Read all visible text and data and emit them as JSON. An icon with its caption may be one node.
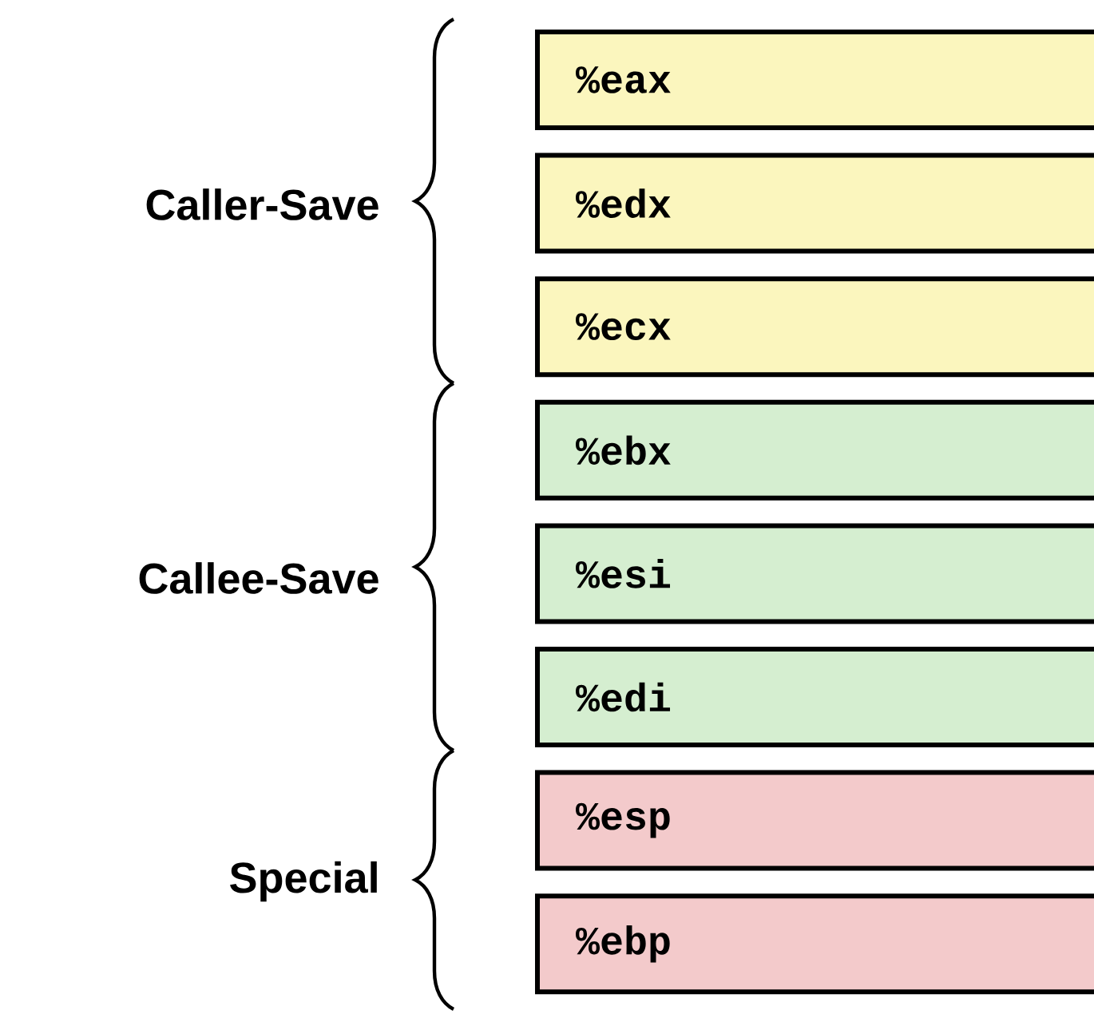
{
  "diagram": {
    "nodes": [
      {
        "text": [
          "%eax"
        ]
      },
      {
        "text": [
          "%edx"
        ]
      },
      {
        "text": [
          "%ecx"
        ]
      },
      {
        "text": [
          "%ebx"
        ]
      },
      {
        "text": [
          "%esi"
        ]
      },
      {
        "text": [
          "%edi"
        ]
      },
      {
        "text": [
          "%esp"
        ]
      },
      {
        "text": [
          "%ebp"
        ]
      }
    ],
    "labels": [
      "Caller-Save",
      "Callee-Save",
      "Special"
    ]
  }
}
